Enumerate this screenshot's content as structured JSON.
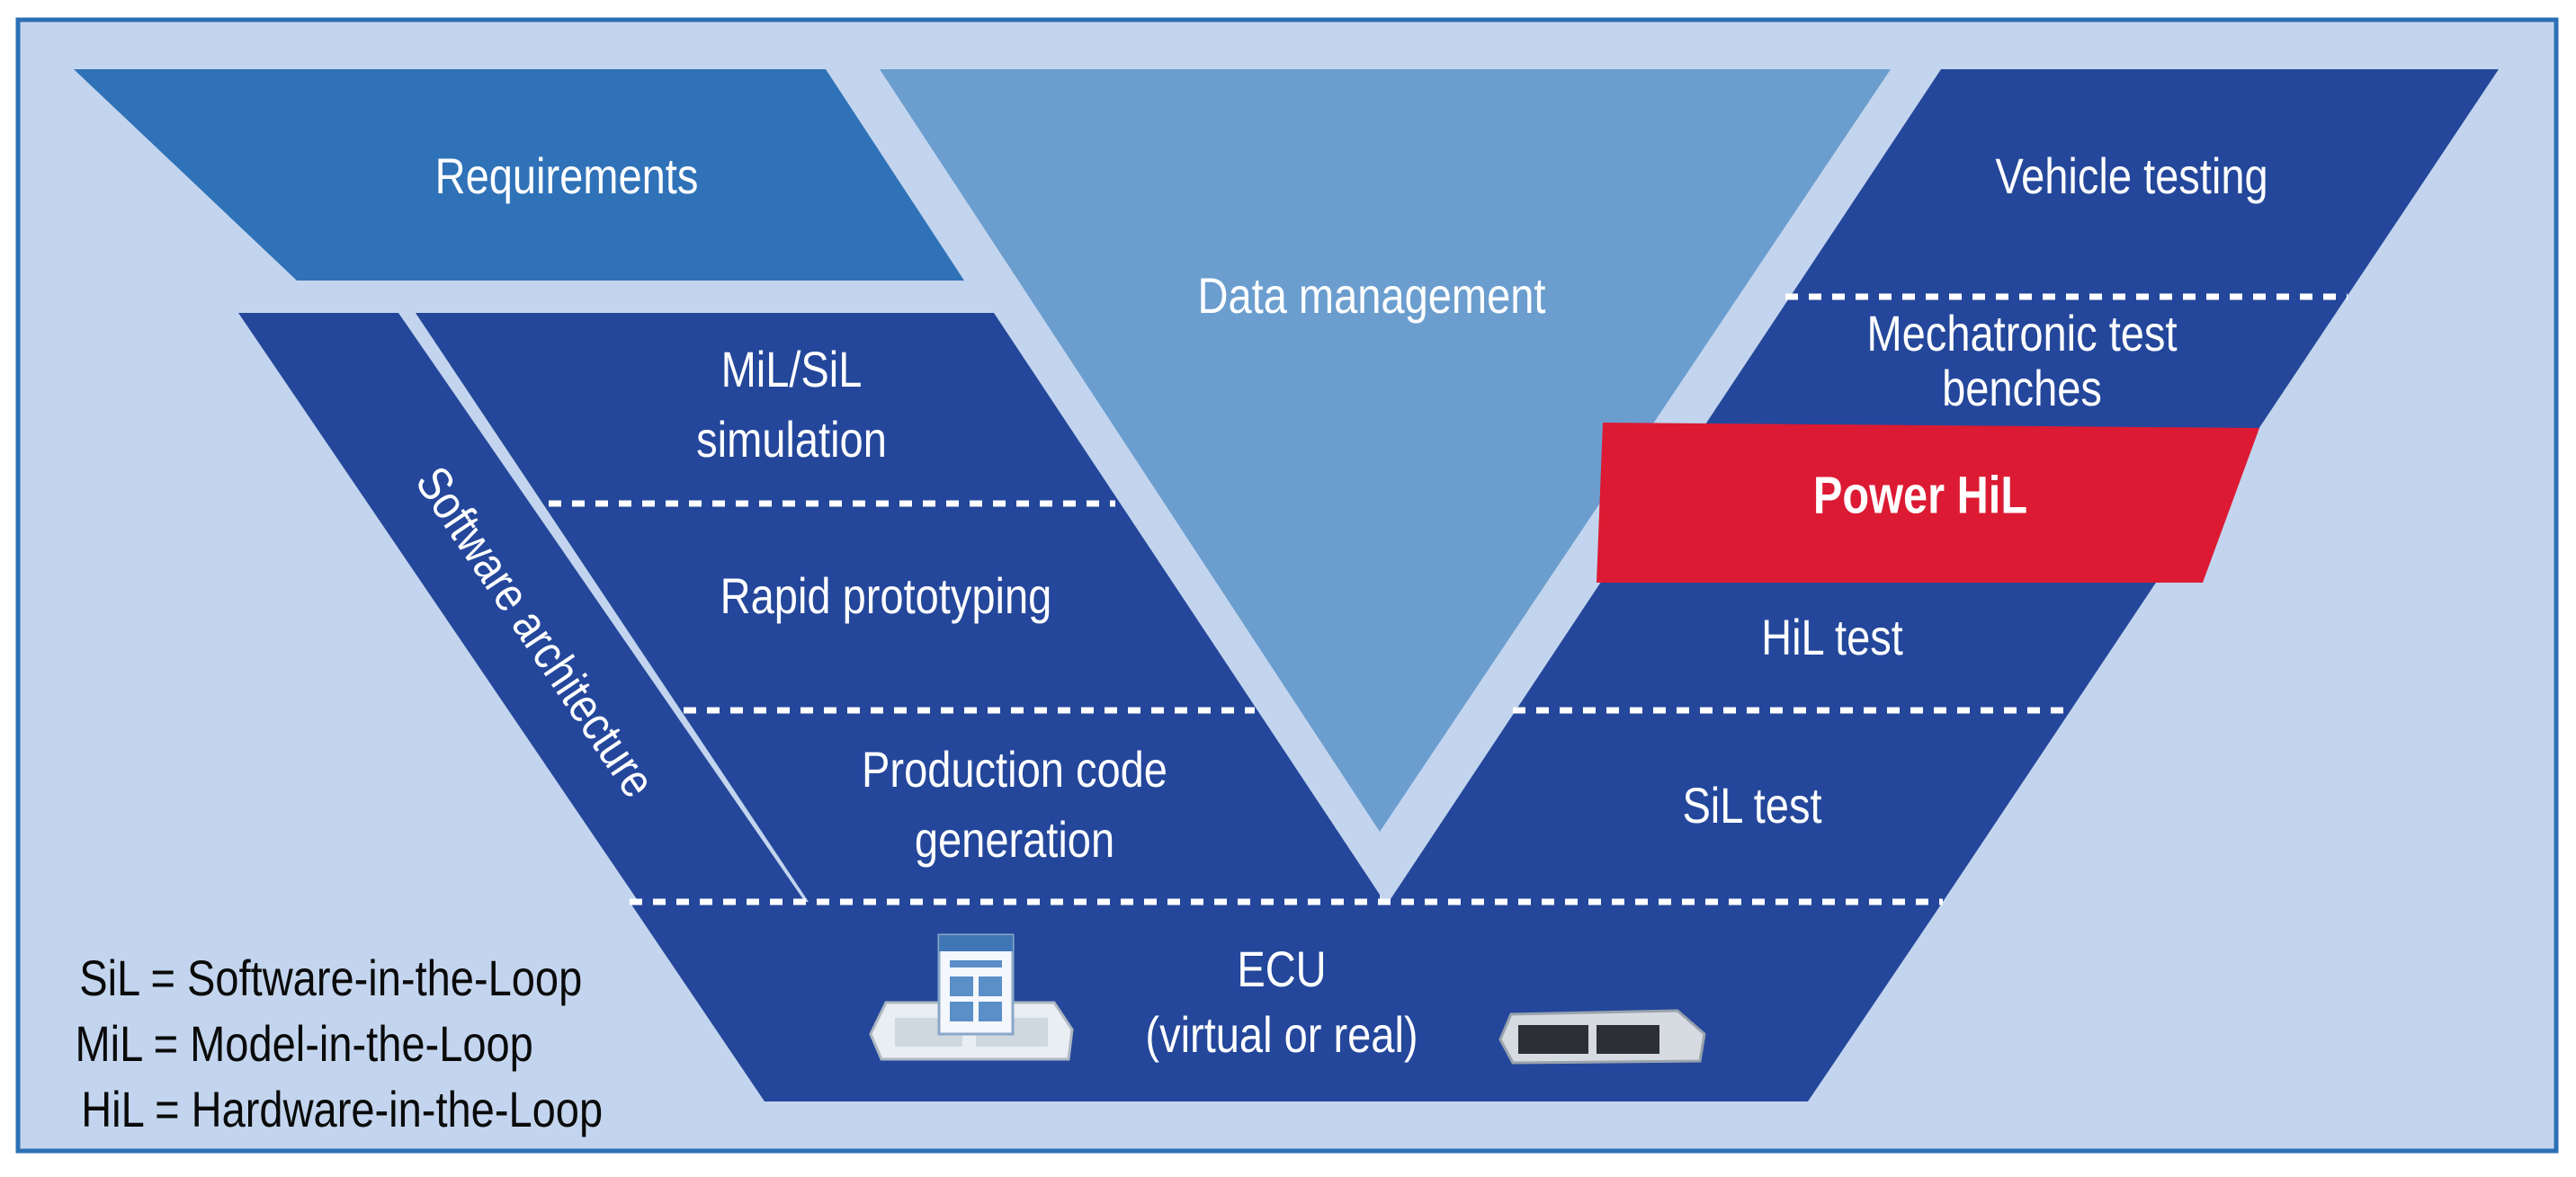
{
  "colors": {
    "frame_bg": "#c3d5ee",
    "frame_border": "#2c70b4",
    "requirements_blue": "#2f72b8",
    "dark_blue": "#24479b",
    "light_blue": "#6b9ecf",
    "power_hil_red": "#dc1a33",
    "text": "#ffffff",
    "legend_text": "#0a0a0a"
  },
  "diagram": {
    "requirements": "Requirements",
    "data_management": "Data management",
    "software_architecture": "Software architecture",
    "left_stages": {
      "mil_sil_line1": "MiL/SiL",
      "mil_sil_line2": "simulation",
      "rapid_prototyping": "Rapid prototyping",
      "production_line1": "Production code",
      "production_line2": "generation"
    },
    "right_stages": {
      "vehicle_testing": "Vehicle testing",
      "mechatronic_line1": "Mechatronic test",
      "mechatronic_line2": "benches",
      "power_hil": "Power HiL",
      "hil_test": "HiL test",
      "sil_test": "SiL test"
    },
    "ecu": {
      "line1": "ECU",
      "line2": "(virtual or real)",
      "virtual_icon": "virtual-ecu-icon",
      "real_icon": "real-ecu-icon"
    }
  },
  "legend": {
    "sil": "SiL = Software-in-the-Loop",
    "mil": "MiL = Model-in-the-Loop",
    "hil": "HiL = Hardware-in-the-Loop"
  }
}
